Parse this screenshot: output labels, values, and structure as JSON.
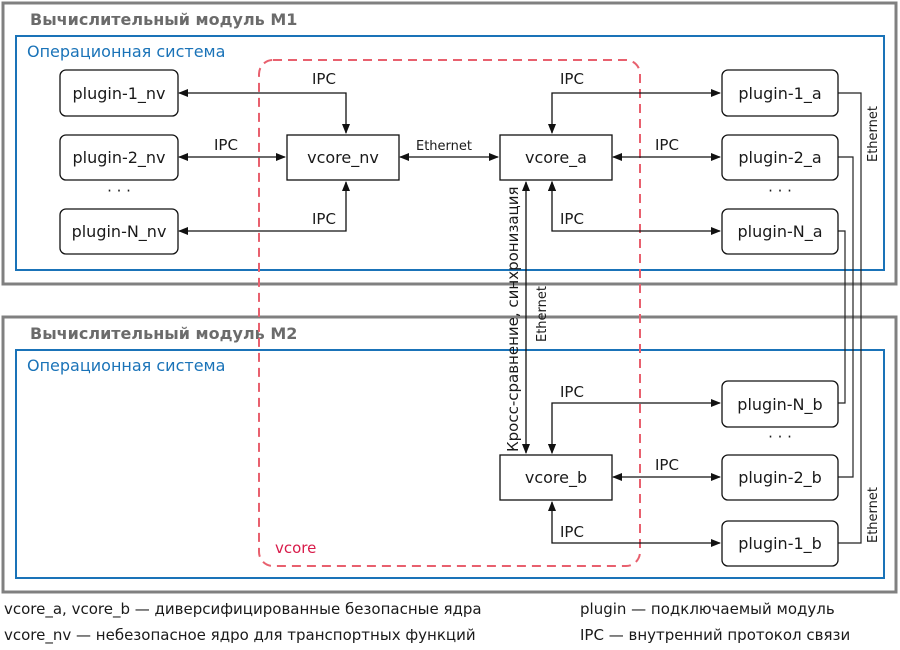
{
  "modules": [
    {
      "title": "Вычислительный модуль М1",
      "os_title": "Операционная система"
    },
    {
      "title": "Вычислительный модуль М2",
      "os_title": "Операционная система"
    }
  ],
  "vcore_group_label": "vcore",
  "nodes": {
    "plugin_1_nv": "plugin-1_nv",
    "plugin_2_nv": "plugin-2_nv",
    "plugin_N_nv": "plugin-N_nv",
    "vcore_nv": "vcore_nv",
    "vcore_a": "vcore_a",
    "vcore_b": "vcore_b",
    "plugin_1_a": "plugin-1_a",
    "plugin_2_a": "plugin-2_a",
    "plugin_N_a": "plugin-N_a",
    "plugin_N_b": "plugin-N_b",
    "plugin_2_b": "plugin-2_b",
    "plugin_1_b": "plugin-1_b"
  },
  "ellipsis": "· · ·",
  "edge_labels": {
    "ipc": "IPC",
    "ethernet": "Ethernet",
    "cross": "Кросс-сравнение, синхронизация"
  },
  "legend": {
    "left": [
      "vcore_a, vcore_b — диверсифицированные безопасные ядра",
      "vcore_nv — небезопасное ядро для транспортных функций"
    ],
    "right": [
      "plugin — подключаемый модуль",
      "IPC — внутренний протокол связи"
    ]
  }
}
